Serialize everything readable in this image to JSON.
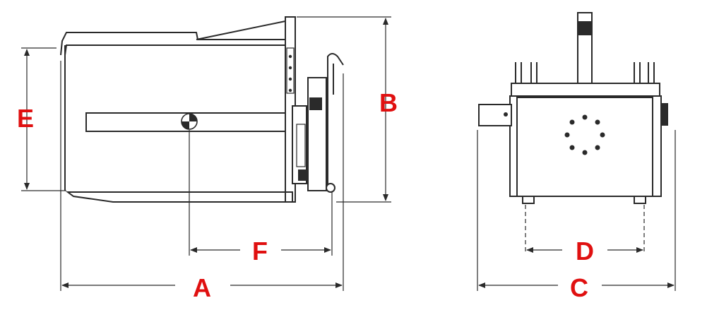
{
  "diagram": {
    "label_color": "#e01010",
    "line_color": "#2a2a2a",
    "labels": {
      "a": "A",
      "b": "B",
      "c": "C",
      "d": "D",
      "e": "E",
      "f": "F"
    }
  }
}
